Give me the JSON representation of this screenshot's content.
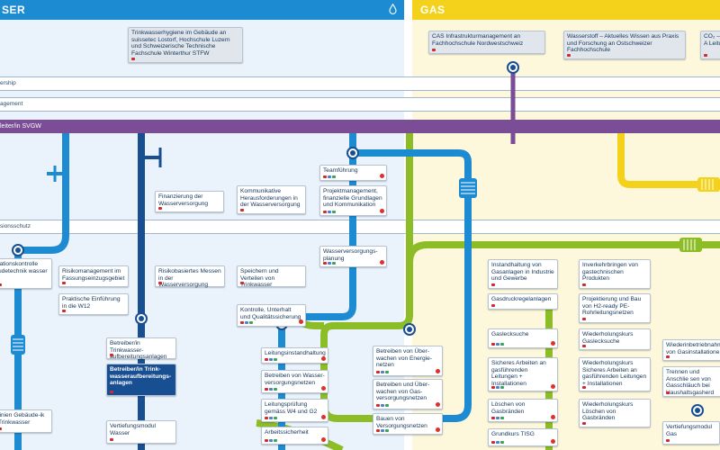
{
  "sections": {
    "water": {
      "title": "SER",
      "color": "#1c8bd1"
    },
    "gas": {
      "title": "GAS",
      "color": "#f4d21b"
    }
  },
  "bands": {
    "ership": "ership",
    "agement": "agement",
    "leiter": "leiter/in SVGW",
    "sionsschutz": "sionsschutz"
  },
  "colors": {
    "pipe_light_blue": "#1c8bd1",
    "pipe_dark_blue": "#184f93",
    "pipe_green": "#8cbd26",
    "pipe_yellow": "#f4d21b",
    "band_purple": "#7a4d96"
  },
  "courses": [
    {
      "id": "c1",
      "text": "Trinkwasserhygiene im Gebäude an suissetec Lostorf, Hochschule Luzern und Schweizerische Technische Fachschule Winterthur STFW",
      "style": "gray",
      "flags": [
        "de"
      ],
      "plus": false
    },
    {
      "id": "c2",
      "text": "CAS Infrastrukturmanagement an Fachhochschule Nordwestschweiz",
      "style": "gray",
      "flags": [
        "de"
      ],
      "plus": false
    },
    {
      "id": "c3",
      "text": "Wasserstoff – Aktuelles Wissen aus Praxis und Forschung an Ostschweizer Fachhochschule",
      "style": "gray",
      "flags": [
        "de"
      ],
      "plus": false
    },
    {
      "id": "c4",
      "text": "CO₂ – A Leitu",
      "style": "gray",
      "flags": [
        "de"
      ],
      "plus": false
    },
    {
      "id": "c5",
      "text": "Teamführung",
      "style": "white",
      "flags": [
        "de",
        "fr",
        "it"
      ],
      "plus": true
    },
    {
      "id": "c6",
      "text": "Projektmanagement, finanzielle Grundlagen und Kommunikation",
      "style": "white",
      "flags": [
        "de",
        "fr",
        "it"
      ],
      "plus": true
    },
    {
      "id": "c7",
      "text": "Finanzierung der Wasserversorgung",
      "style": "white",
      "flags": [
        "de"
      ],
      "plus": false
    },
    {
      "id": "c8",
      "text": "Kommunikative Herausforderungen in der Wasserversorgung",
      "style": "white",
      "flags": [
        "de"
      ],
      "plus": false
    },
    {
      "id": "c9",
      "text": "Wasserversorgungs-planung",
      "style": "white",
      "flags": [
        "de",
        "fr",
        "it"
      ],
      "plus": true
    },
    {
      "id": "c10",
      "text": "Risikomanagement im Fassungseinzugsgebiet",
      "style": "white",
      "flags": [
        "de"
      ],
      "plus": false
    },
    {
      "id": "c11",
      "text": "Risikobasiertes Messen in der Wasserversorgung",
      "style": "white",
      "flags": [
        "de"
      ],
      "plus": false
    },
    {
      "id": "c12",
      "text": "Speichern und Verteilen von Trinkwasser",
      "style": "white",
      "flags": [
        "de"
      ],
      "plus": false
    },
    {
      "id": "c13",
      "text": "lationskontrolle udetechnik wasser",
      "style": "white",
      "flags": [
        "de"
      ],
      "plus": false
    },
    {
      "id": "c14",
      "text": "Praktische Einführung in die W12",
      "style": "white",
      "flags": [
        "de"
      ],
      "plus": false
    },
    {
      "id": "c15",
      "text": "Kontrolle, Unterhalt und Qualitätssicherung",
      "style": "white",
      "flags": [
        "de",
        "fr",
        "it"
      ],
      "plus": true
    },
    {
      "id": "c16",
      "text": "Instandhaltung von Gasanlagen in Industrie und Gewerbe",
      "style": "white",
      "flags": [
        "de"
      ],
      "plus": false
    },
    {
      "id": "c17",
      "text": "Inverkehrbringen von gastechnischen Produkten",
      "style": "white",
      "flags": [
        "de"
      ],
      "plus": false
    },
    {
      "id": "c18",
      "text": "Gasdruckregelanlagen",
      "style": "white",
      "flags": [
        "de"
      ],
      "plus": false
    },
    {
      "id": "c19",
      "text": "Projektierung und Bau von H2-ready PE-Rohrleitungsnetzen",
      "style": "white",
      "flags": [
        "de"
      ],
      "plus": false
    },
    {
      "id": "c20",
      "text": "Gaslecksuche",
      "style": "white",
      "flags": [
        "de",
        "fr",
        "it"
      ],
      "plus": true
    },
    {
      "id": "c21",
      "text": "Wiederholungskurs Gaslecksuche",
      "style": "white",
      "flags": [
        "de"
      ],
      "plus": false
    },
    {
      "id": "c22",
      "text": "Betreiber/in Trinkwasser-aufbereitungsanlagen",
      "style": "white",
      "flags": [
        "de"
      ],
      "plus": false
    },
    {
      "id": "c23",
      "text": "Betreiber/in Trink-wasseraufbereitungs-anlagen",
      "style": "dark",
      "flags": [
        "de"
      ],
      "plus": false
    },
    {
      "id": "c24",
      "text": "Leitungsinstandhaltung",
      "style": "white",
      "flags": [
        "de",
        "fr",
        "it"
      ],
      "plus": true
    },
    {
      "id": "c25",
      "text": "Betreiben von Über-wachen von Energie-netzen",
      "style": "white",
      "flags": [
        "de",
        "fr",
        "it"
      ],
      "plus": true
    },
    {
      "id": "c26",
      "text": "Betreiben von Wasser-versorgungsnetzen",
      "style": "white",
      "flags": [
        "de",
        "fr",
        "it"
      ],
      "plus": true
    },
    {
      "id": "c27",
      "text": "Sicheres Arbeiten an gasführenden Leitungen + Installationen",
      "style": "white",
      "flags": [
        "de",
        "fr",
        "it"
      ],
      "plus": true
    },
    {
      "id": "c28",
      "text": "Wiederholungskurs Sicheres Arbeiten an gasführenden Leitungen + Installationen",
      "style": "white",
      "flags": [
        "de"
      ],
      "plus": false
    },
    {
      "id": "c29",
      "text": "Wiederinbetriebnahm von Gasinstallatione",
      "style": "white",
      "flags": [
        "de"
      ],
      "plus": false
    },
    {
      "id": "c30",
      "text": "Betreiben und Über-wachen von Gas-versorgungsnetzen",
      "style": "white",
      "flags": [
        "de",
        "fr",
        "it"
      ],
      "plus": true
    },
    {
      "id": "c31",
      "text": "Leitungsprüfung gemäss W4 und G2",
      "style": "white",
      "flags": [
        "de",
        "fr",
        "it"
      ],
      "plus": true
    },
    {
      "id": "c32",
      "text": "Löschen von Gasbränden",
      "style": "white",
      "flags": [
        "de",
        "fr",
        "it"
      ],
      "plus": true
    },
    {
      "id": "c33",
      "text": "Wiederholungskurs Löschen von Gasbränden",
      "style": "white",
      "flags": [
        "de"
      ],
      "plus": false
    },
    {
      "id": "c34",
      "text": "Trennen und Anschlie sen von Gasschläuch bei Haushaltsgasherd",
      "style": "white",
      "flags": [
        "de"
      ],
      "plus": false
    },
    {
      "id": "c35",
      "text": "Bauen von Versorgungsnetzen",
      "style": "white",
      "flags": [
        "de",
        "fr",
        "it"
      ],
      "plus": true
    },
    {
      "id": "c36",
      "text": "linien Gebäude-ik Trinkwasser",
      "style": "white",
      "flags": [
        "de"
      ],
      "plus": false
    },
    {
      "id": "c37",
      "text": "Vertiefungsmodul Wasser",
      "style": "white",
      "flags": [
        "de"
      ],
      "plus": false
    },
    {
      "id": "c38",
      "text": "Arbeitssicherheit",
      "style": "white",
      "flags": [
        "de",
        "fr",
        "it"
      ],
      "plus": true
    },
    {
      "id": "c39",
      "text": "Grundkurs TISG",
      "style": "white",
      "flags": [
        "de",
        "fr",
        "it"
      ],
      "plus": true
    },
    {
      "id": "c40",
      "text": "Vertiefungsmodul Gas",
      "style": "white",
      "flags": [
        "de"
      ],
      "plus": false
    }
  ]
}
